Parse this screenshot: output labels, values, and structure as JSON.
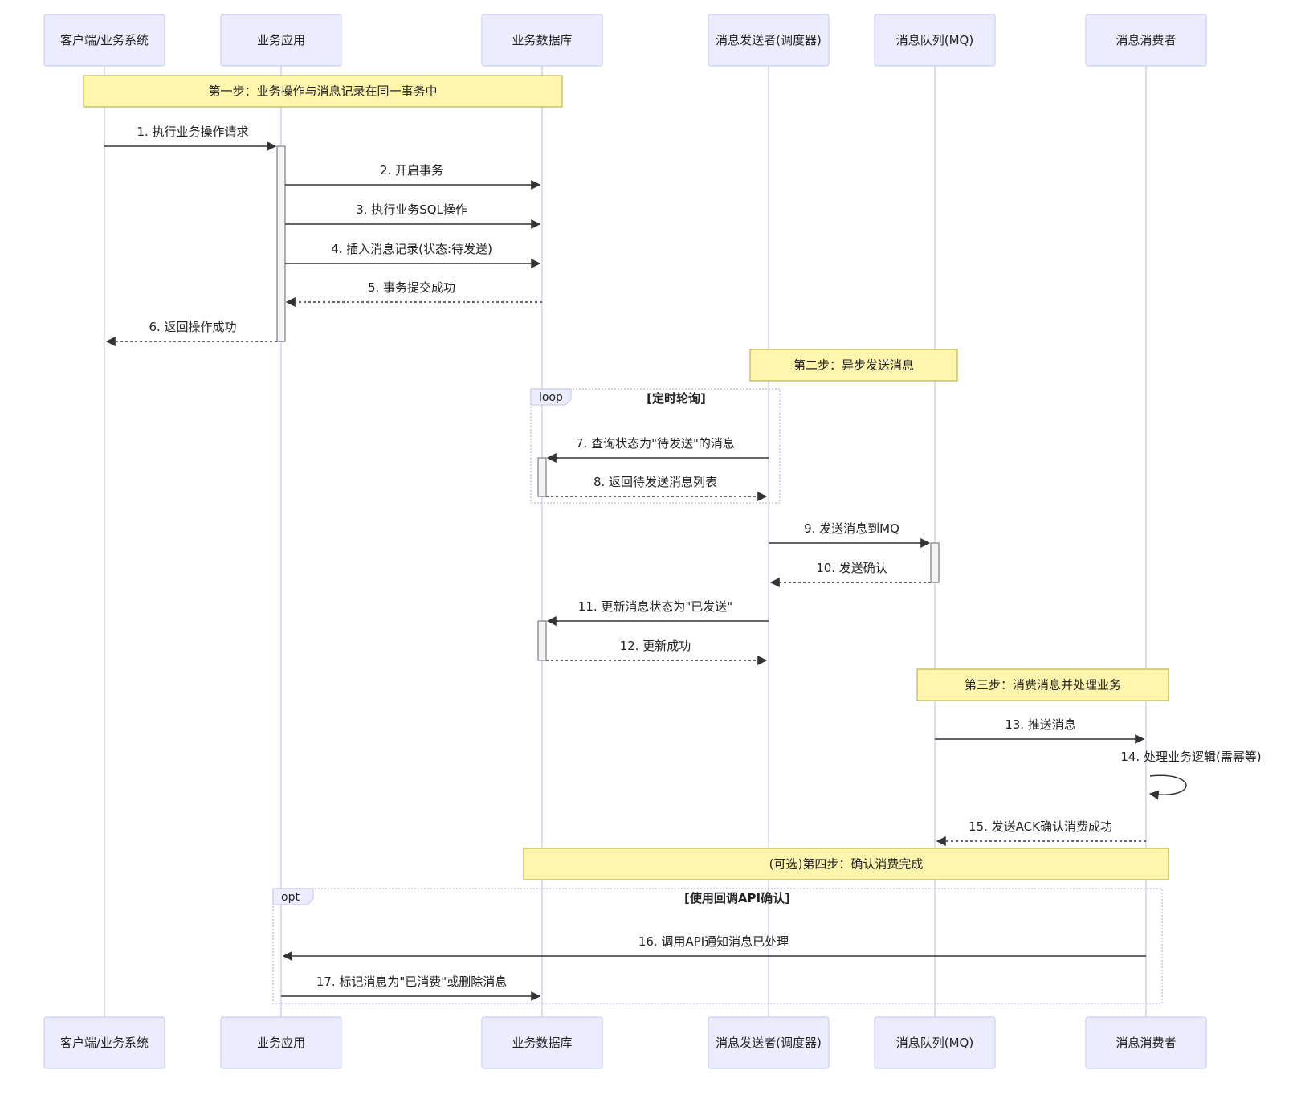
{
  "actors": [
    {
      "id": "client",
      "label": "客户端/业务系统"
    },
    {
      "id": "app",
      "label": "业务应用"
    },
    {
      "id": "db",
      "label": "业务数据库"
    },
    {
      "id": "sender",
      "label": "消息发送者(调度器)"
    },
    {
      "id": "mq",
      "label": "消息队列(MQ)"
    },
    {
      "id": "consumer",
      "label": "消息消费者"
    }
  ],
  "notes": [
    {
      "label": "第一步：业务操作与消息记录在同一事务中"
    },
    {
      "label": "第二步：异步发送消息"
    },
    {
      "label": "第三步：消费消息并处理业务"
    },
    {
      "label": "(可选)第四步：确认消费完成"
    }
  ],
  "fragments": [
    {
      "keyword": "loop",
      "condition": "[定时轮询]"
    },
    {
      "keyword": "opt",
      "condition": "[使用回调API确认]"
    }
  ],
  "messages": [
    {
      "label": "1. 执行业务操作请求",
      "from": "client",
      "to": "app",
      "dashed": false
    },
    {
      "label": "2. 开启事务",
      "from": "app",
      "to": "db",
      "dashed": false
    },
    {
      "label": "3. 执行业务SQL操作",
      "from": "app",
      "to": "db",
      "dashed": false
    },
    {
      "label": "4. 插入消息记录(状态:待发送)",
      "from": "app",
      "to": "db",
      "dashed": false
    },
    {
      "label": "5. 事务提交成功",
      "from": "db",
      "to": "app",
      "dashed": true
    },
    {
      "label": "6. 返回操作成功",
      "from": "app",
      "to": "client",
      "dashed": true
    },
    {
      "label": "7. 查询状态为\"待发送\"的消息",
      "from": "sender",
      "to": "db",
      "dashed": false
    },
    {
      "label": "8. 返回待发送消息列表",
      "from": "db",
      "to": "sender",
      "dashed": true
    },
    {
      "label": "9. 发送消息到MQ",
      "from": "sender",
      "to": "mq",
      "dashed": false
    },
    {
      "label": "10. 发送确认",
      "from": "mq",
      "to": "sender",
      "dashed": true
    },
    {
      "label": "11. 更新消息状态为\"已发送\"",
      "from": "sender",
      "to": "db",
      "dashed": false
    },
    {
      "label": "12. 更新成功",
      "from": "db",
      "to": "sender",
      "dashed": true
    },
    {
      "label": "13. 推送消息",
      "from": "mq",
      "to": "consumer",
      "dashed": false
    },
    {
      "label": "14. 处理业务逻辑(需幂等)",
      "from": "consumer",
      "to": "consumer",
      "dashed": false
    },
    {
      "label": "15. 发送ACK确认消费成功",
      "from": "consumer",
      "to": "mq",
      "dashed": true
    },
    {
      "label": "16. 调用API通知消息已处理",
      "from": "consumer",
      "to": "app",
      "dashed": false
    },
    {
      "label": "17. 标记消息为\"已消费\"或删除消息",
      "from": "app",
      "to": "db",
      "dashed": false
    }
  ],
  "colors": {
    "actor_fill": "#ECECFF",
    "actor_stroke": "#CCCCFF",
    "lifeline": "#D6D2EE",
    "note_fill": "#FFF5AD",
    "note_stroke": "#AAAA33",
    "arrow": "#333333",
    "activation_fill": "#F4F4F4",
    "activation_stroke": "#666666",
    "fragment_stroke": "#C9C3E8",
    "text": "#222222"
  }
}
